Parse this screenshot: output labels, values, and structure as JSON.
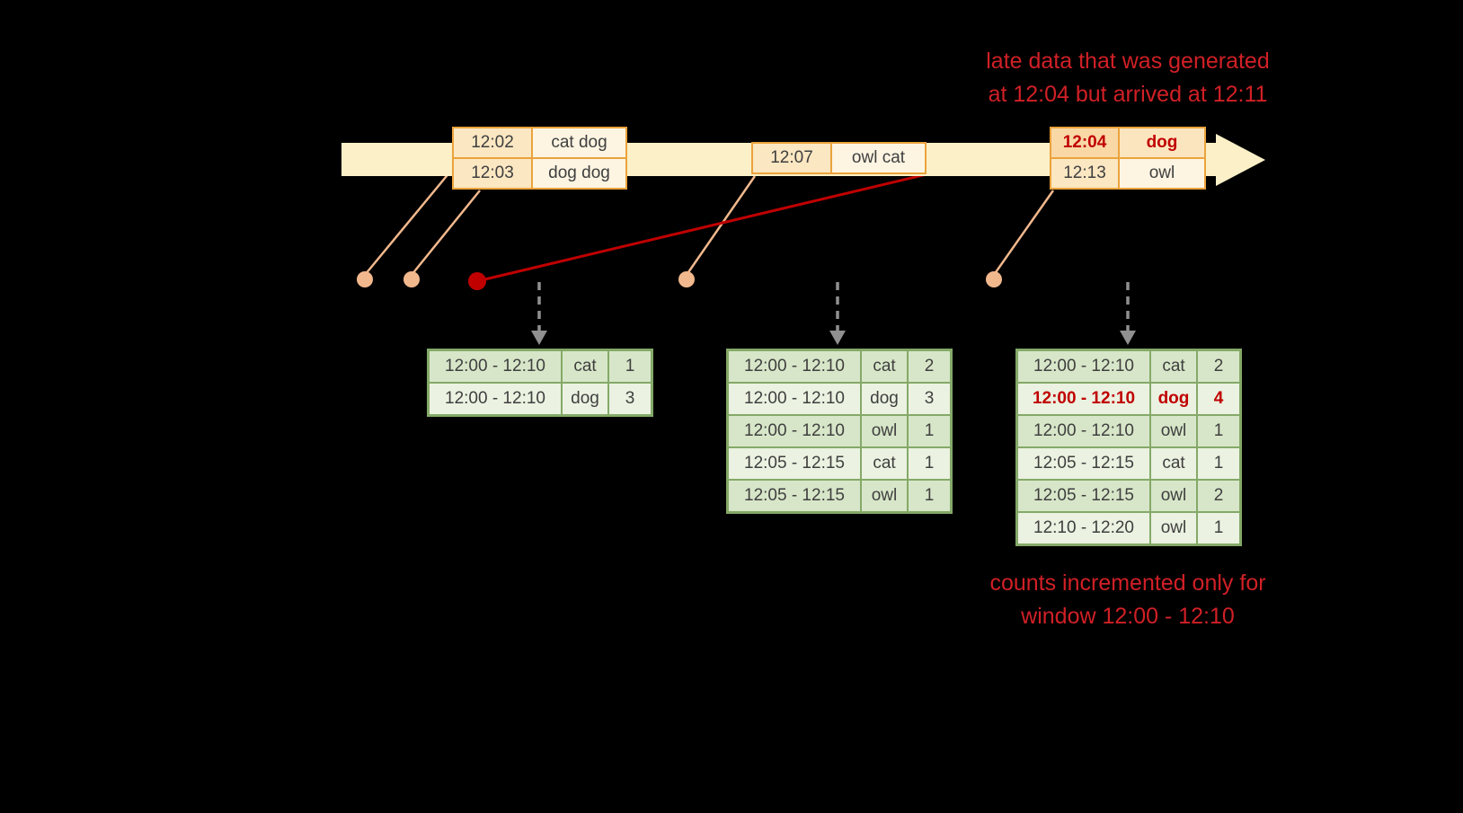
{
  "annotation_top": {
    "line1": "late data that was generated",
    "line2": "at 12:04 but arrived at 12:11"
  },
  "annotation_bottom": {
    "line1": "counts incremented only for",
    "line2": "window 12:00 - 12:10"
  },
  "events": {
    "box1": {
      "rows": [
        {
          "time": "12:02",
          "words": "cat dog"
        },
        {
          "time": "12:03",
          "words": "dog dog"
        }
      ]
    },
    "box2": {
      "rows": [
        {
          "time": "12:07",
          "words": "owl cat"
        }
      ]
    },
    "box3": {
      "rows": [
        {
          "time": "12:04",
          "words": "dog",
          "late": true
        },
        {
          "time": "12:13",
          "words": "owl"
        }
      ]
    }
  },
  "result_tables": {
    "t1": {
      "rows": [
        {
          "window": "12:00 - 12:10",
          "word": "cat",
          "count": "1"
        },
        {
          "window": "12:00 - 12:10",
          "word": "dog",
          "count": "3"
        }
      ]
    },
    "t2": {
      "rows": [
        {
          "window": "12:00 - 12:10",
          "word": "cat",
          "count": "2"
        },
        {
          "window": "12:00 - 12:10",
          "word": "dog",
          "count": "3"
        },
        {
          "window": "12:00 - 12:10",
          "word": "owl",
          "count": "1"
        },
        {
          "window": "12:05 - 12:15",
          "word": "cat",
          "count": "1"
        },
        {
          "window": "12:05 - 12:15",
          "word": "owl",
          "count": "1"
        }
      ]
    },
    "t3": {
      "rows": [
        {
          "window": "12:00 - 12:10",
          "word": "cat",
          "count": "2"
        },
        {
          "window": "12:00 - 12:10",
          "word": "dog",
          "count": "4",
          "late": true
        },
        {
          "window": "12:00 - 12:10",
          "word": "owl",
          "count": "1"
        },
        {
          "window": "12:05 - 12:15",
          "word": "cat",
          "count": "1"
        },
        {
          "window": "12:05 - 12:15",
          "word": "owl",
          "count": "2"
        },
        {
          "window": "12:10 - 12:20",
          "word": "owl",
          "count": "1"
        }
      ]
    }
  },
  "colors": {
    "background": "#000000",
    "timeline_fill": "#FBF0C7",
    "event_border": "#EBA33C",
    "event_time_fill": "#FBE7C2",
    "event_word_fill": "#FDF5E2",
    "late_time_fill": "#F9D8A6",
    "late_word_fill": "#FBE5BE",
    "table_border": "#84A968",
    "table_row_dark": "#D7E6C8",
    "table_row_light": "#EBF2E1",
    "dot_fill": "#F2B88D",
    "late_accent": "#C00000",
    "annotation_red": "#D02026",
    "arrow_gray": "#909090",
    "text_dark": "#3F3F3F"
  }
}
